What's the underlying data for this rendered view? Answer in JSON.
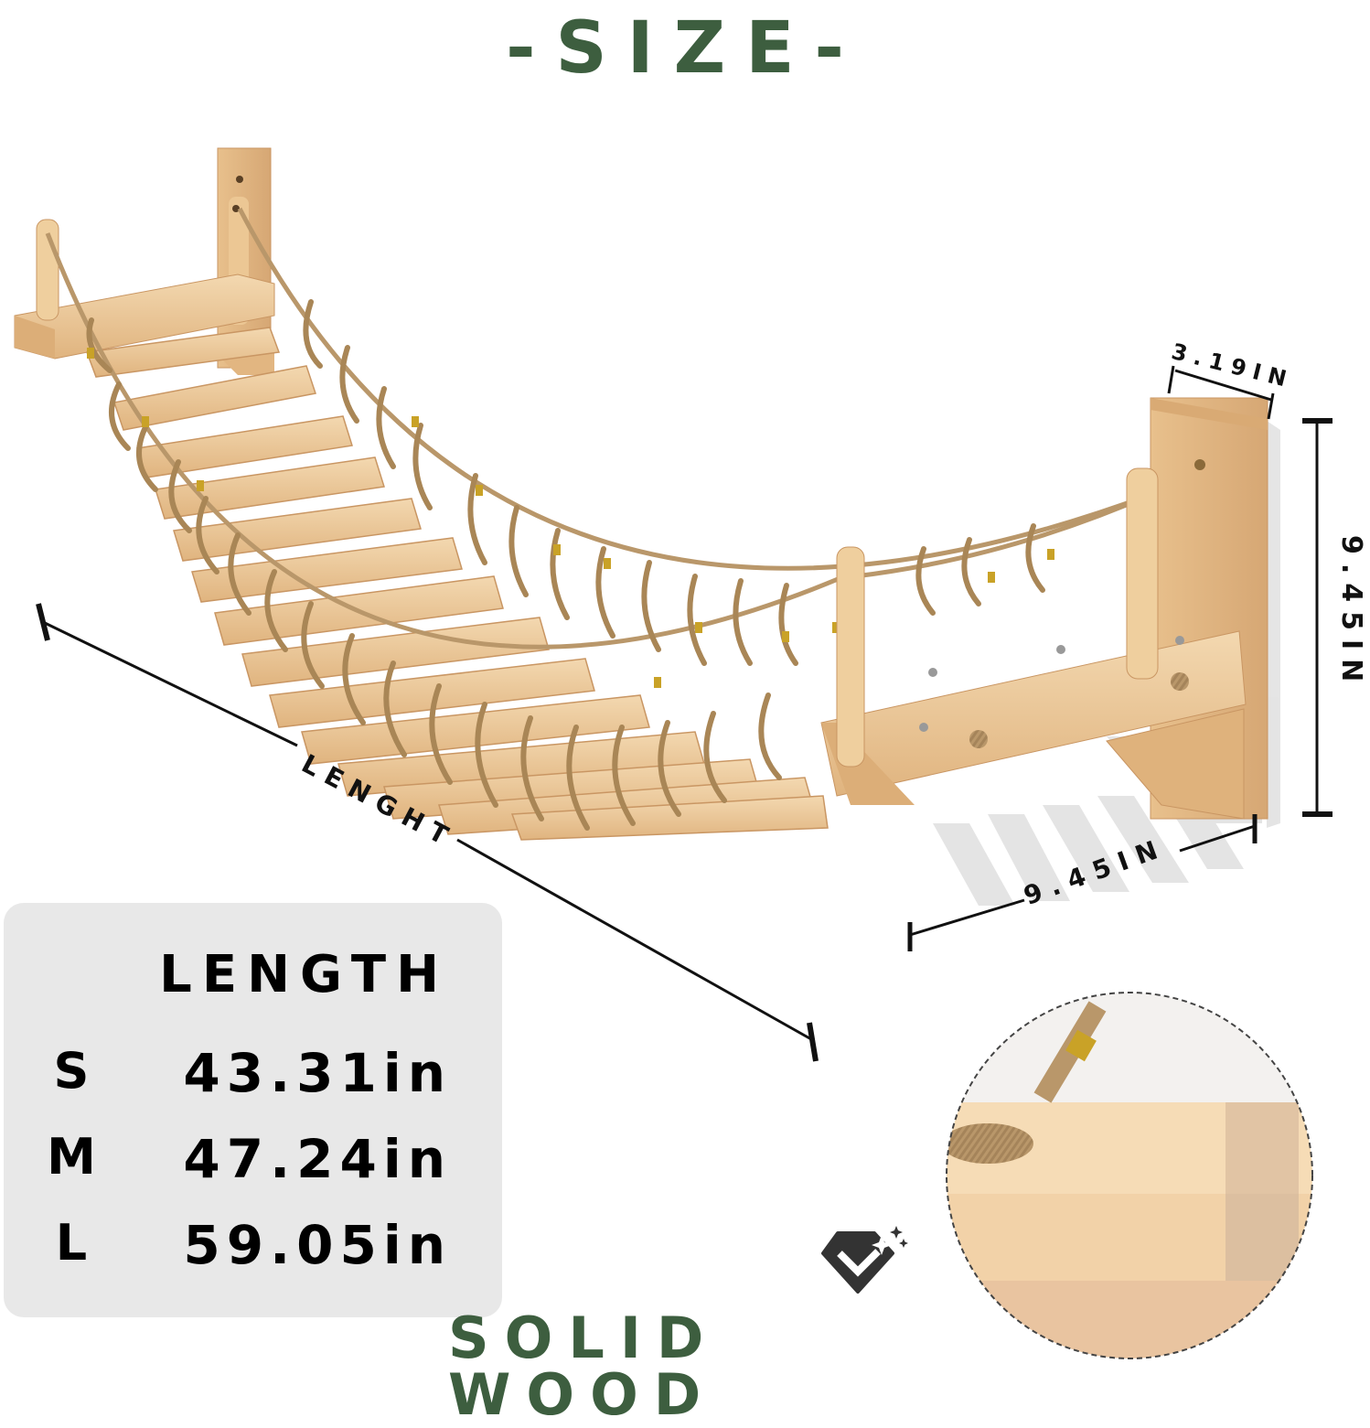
{
  "header": {
    "title": "-SIZE-",
    "color": "#3d5e3f"
  },
  "dimensions": {
    "length_label": "LENGHT",
    "platform_width": "3.19IN",
    "platform_height": "9.45IN",
    "platform_depth": "9.45IN"
  },
  "size_table": {
    "heading": "LENGTH",
    "rows": [
      {
        "size": "S",
        "value": "43.31in"
      },
      {
        "size": "M",
        "value": "47.24in"
      },
      {
        "size": "L",
        "value": "59.05in"
      }
    ]
  },
  "feature": {
    "label": "SOLID WOOD",
    "badge_icon": "diamond-check-icon",
    "color": "#3d5e3f"
  },
  "colors": {
    "wood_light": "#f0d2a6",
    "wood_mid": "#e2b681",
    "wood_dark": "#c99663",
    "rope": "#b9976a",
    "brass": "#c9a227",
    "panel_bg": "#e8e8e8",
    "shadow": "#d8d8d8"
  }
}
